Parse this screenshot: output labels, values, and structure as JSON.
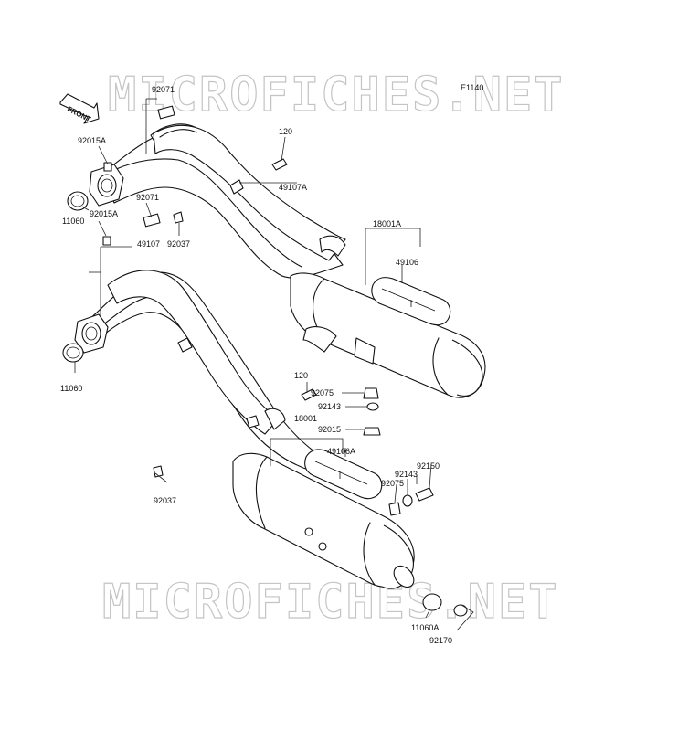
{
  "diagram_code": "E1140",
  "watermark": "MICROFICHES.NET",
  "front_arrow_label": "FRONT",
  "parts": {
    "p92071a": "92071",
    "p92015a_1": "92015A",
    "p11060_1": "11060",
    "p92015a_2": "92015A",
    "p92071b": "92071",
    "p92037a": "92037",
    "p49107": "49107",
    "p11060_2": "11060",
    "p120a": "120",
    "p49107a": "49107A",
    "p18001a": "18001A",
    "p49106": "49106",
    "p120b": "120",
    "p92075a": "92075",
    "p92143a": "92143",
    "p92015": "92015",
    "p18001": "18001",
    "p49106a": "49106A",
    "p92150": "92150",
    "p92143b": "92143",
    "p92075b": "92075",
    "p92037b": "92037",
    "p11060a": "11060A",
    "p92170": "92170"
  }
}
